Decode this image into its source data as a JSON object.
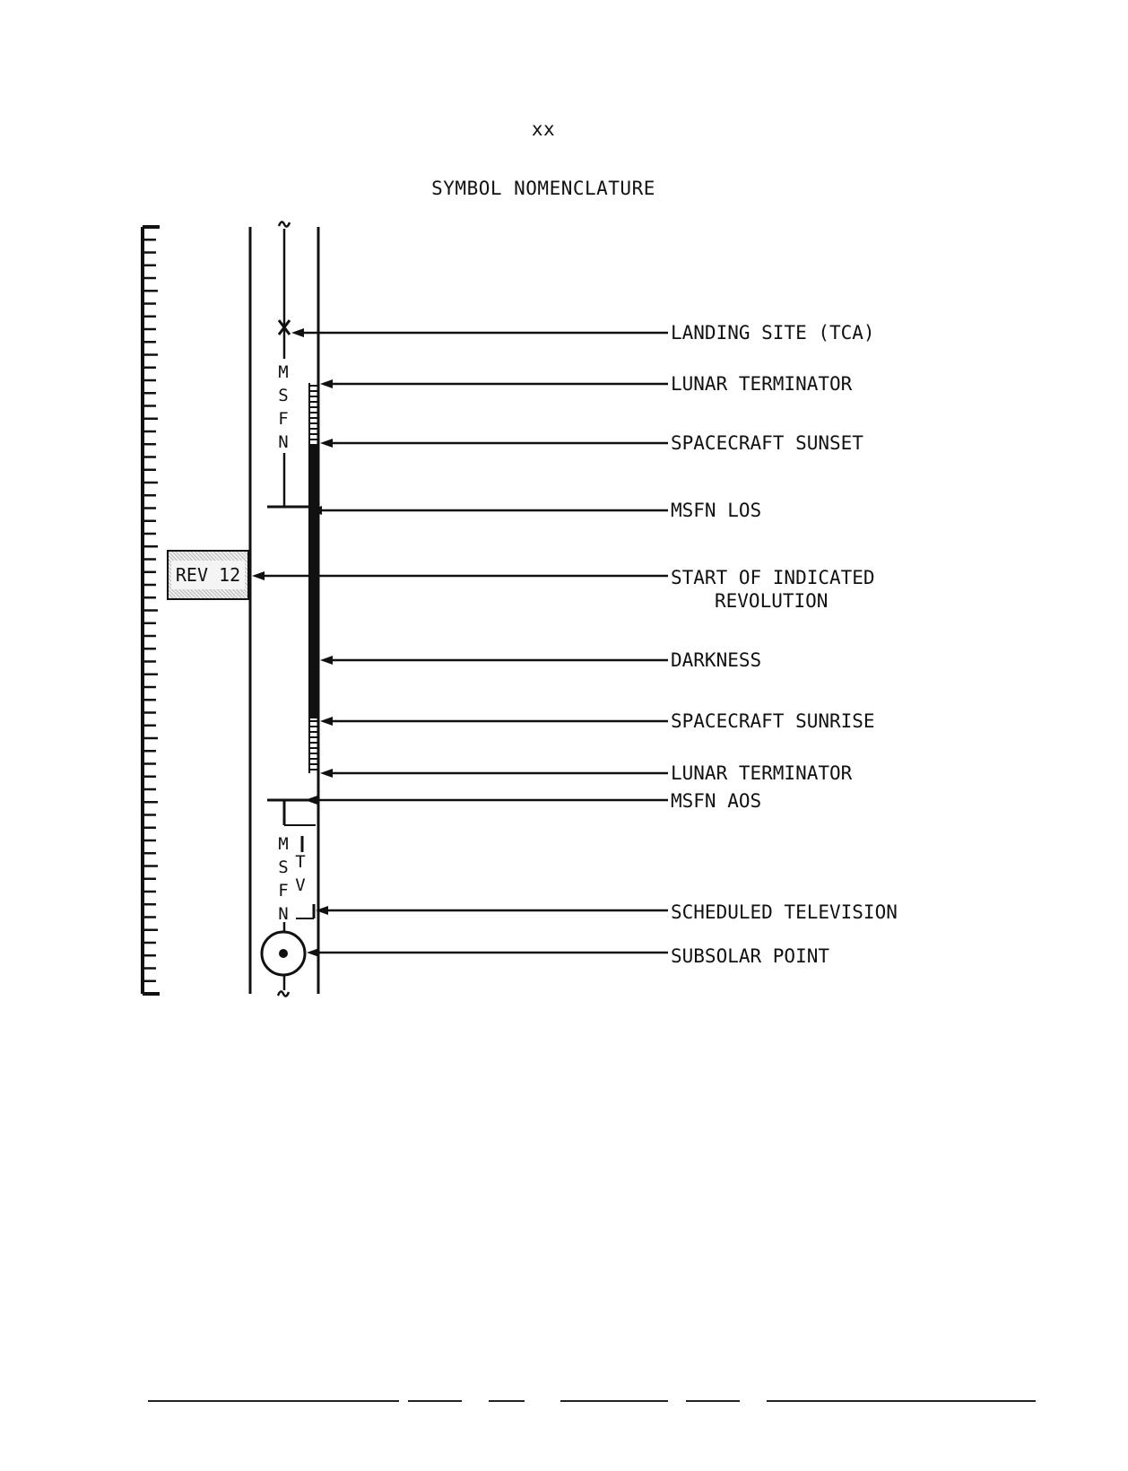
{
  "page_number": "xx",
  "title": "SYMBOL NOMENCLATURE",
  "rev_box": "REV 12",
  "msfn_upper": [
    "M",
    "S",
    "F",
    "N"
  ],
  "msfn_lower": [
    "M",
    "S",
    "F",
    "N"
  ],
  "tv": [
    "T",
    "V"
  ],
  "labels": [
    {
      "id": "landing-site",
      "text": "LANDING SITE (TCA)"
    },
    {
      "id": "lunar-terminator-1",
      "text": "LUNAR TERMINATOR"
    },
    {
      "id": "spacecraft-sunset",
      "text": "SPACECRAFT SUNSET"
    },
    {
      "id": "msfn-los",
      "text": "MSFN LOS"
    },
    {
      "id": "start-revolution",
      "text": "START OF INDICATED",
      "text2": "REVOLUTION"
    },
    {
      "id": "darkness",
      "text": "DARKNESS"
    },
    {
      "id": "spacecraft-sunrise",
      "text": "SPACECRAFT SUNRISE"
    },
    {
      "id": "lunar-terminator-2",
      "text": "LUNAR TERMINATOR"
    },
    {
      "id": "msfn-aos",
      "text": "MSFN AOS"
    },
    {
      "id": "scheduled-tv",
      "text": "SCHEDULED TELEVISION"
    },
    {
      "id": "subsolar-point",
      "text": "SUBSOLAR POINT"
    }
  ]
}
